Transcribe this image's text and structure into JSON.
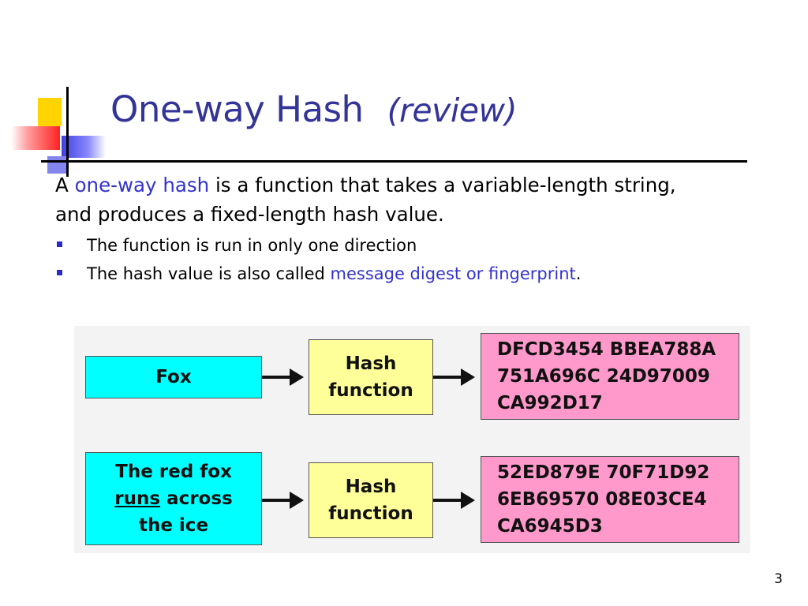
{
  "slide": {
    "title": "One-way Hash",
    "title_sub": "(review)",
    "page_number": "3"
  },
  "intro": {
    "prefix": "A ",
    "term": "one-way hash",
    "suffix": " is a function that takes a variable-length string, and produces a fixed-length hash value."
  },
  "bullets": [
    {
      "text": "The function is run in only one direction"
    },
    {
      "text_before": "The hash value is also called ",
      "highlight": "message digest or fingerprint",
      "text_after": "."
    }
  ],
  "diagram": {
    "rows": [
      {
        "input_lines": [
          "Fox"
        ],
        "function_lines": [
          "Hash",
          "function"
        ],
        "output_lines": [
          "DFCD3454 BBEA788A",
          "751A696C 24D97009",
          "CA992D17"
        ]
      },
      {
        "input_lines": [
          "The red fox",
          "runs",
          " across",
          "the ice"
        ],
        "function_lines": [
          "Hash",
          "function"
        ],
        "output_lines": [
          "52ED879E 70F71D92",
          "6EB69570 08E03CE4",
          "CA6945D3"
        ]
      }
    ]
  },
  "colors": {
    "title": "#333399",
    "highlight": "#3333cc",
    "input_box": "#00ffff",
    "function_box": "#ffff99",
    "output_box": "#ff99cc"
  }
}
